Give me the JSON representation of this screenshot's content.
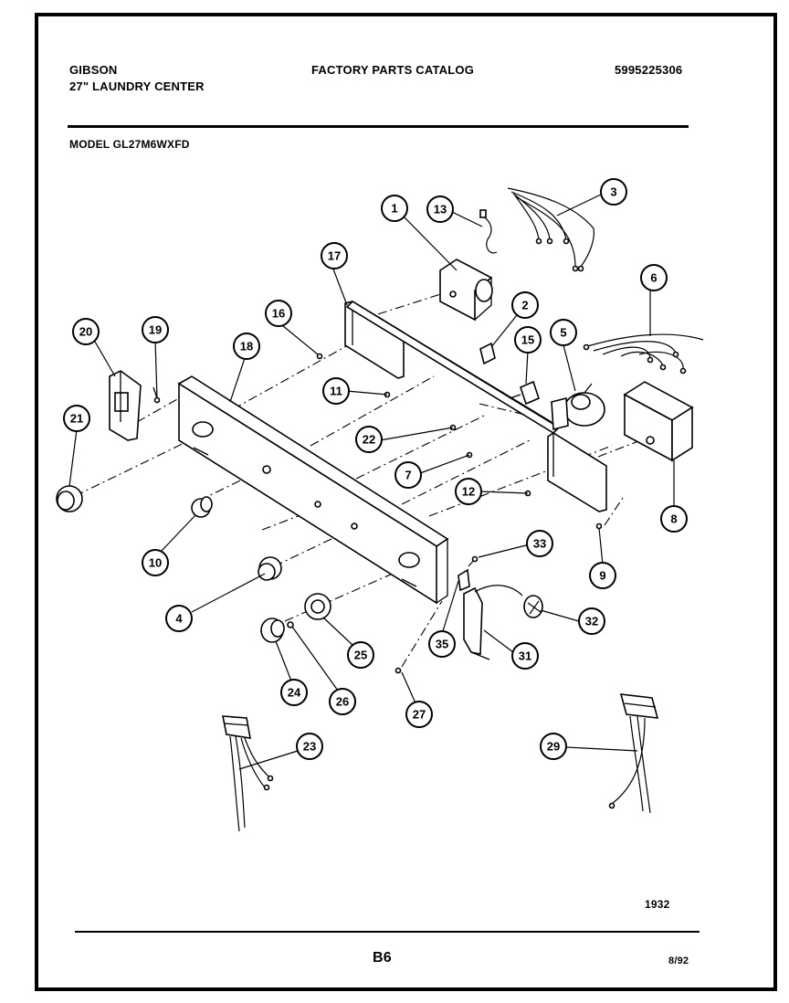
{
  "header": {
    "brand": "GIBSON",
    "product": "27\" LAUNDRY CENTER",
    "catalog_title": "FACTORY PARTS CATALOG",
    "catalog_number": "5995225306",
    "model": "MODEL GL27M6WXFD"
  },
  "footer": {
    "drawing_number": "1932",
    "page": "B6",
    "date": "8/92"
  },
  "callouts": [
    {
      "id": "1",
      "label": "1"
    },
    {
      "id": "2",
      "label": "2"
    },
    {
      "id": "3",
      "label": "3"
    },
    {
      "id": "4",
      "label": "4"
    },
    {
      "id": "5",
      "label": "5"
    },
    {
      "id": "6",
      "label": "6"
    },
    {
      "id": "7",
      "label": "7"
    },
    {
      "id": "8",
      "label": "8"
    },
    {
      "id": "9",
      "label": "9"
    },
    {
      "id": "10",
      "label": "10"
    },
    {
      "id": "11",
      "label": "11"
    },
    {
      "id": "12",
      "label": "12"
    },
    {
      "id": "13",
      "label": "13"
    },
    {
      "id": "15",
      "label": "15"
    },
    {
      "id": "16",
      "label": "16"
    },
    {
      "id": "17",
      "label": "17"
    },
    {
      "id": "18",
      "label": "18"
    },
    {
      "id": "19",
      "label": "19"
    },
    {
      "id": "20",
      "label": "20"
    },
    {
      "id": "21",
      "label": "21"
    },
    {
      "id": "22",
      "label": "22"
    },
    {
      "id": "23",
      "label": "23"
    },
    {
      "id": "24",
      "label": "24"
    },
    {
      "id": "25",
      "label": "25"
    },
    {
      "id": "26",
      "label": "26"
    },
    {
      "id": "27",
      "label": "27"
    },
    {
      "id": "29",
      "label": "29"
    },
    {
      "id": "31",
      "label": "31"
    },
    {
      "id": "32",
      "label": "32"
    },
    {
      "id": "33",
      "label": "33"
    },
    {
      "id": "35",
      "label": "35"
    }
  ]
}
